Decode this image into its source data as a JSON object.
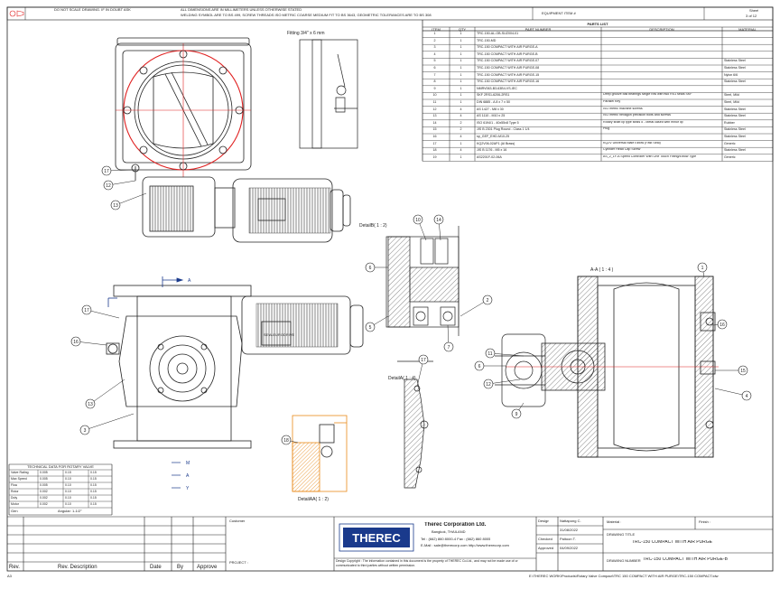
{
  "header": {
    "notes": [
      "DO NOT SCALE DRAWING. IF IN DOUBT ASK",
      "ALL DIMENSIONS ARE IN MILLIMETERS UNLESS OTHERWISE STATED",
      "WELDING SYMBOL ARE TO BS 499, SCREW THREADS ISO METRIC COARSE MEDIUM FIT TO BS 3643, GEOMETRIC TOLERANCES ARE TO BS 308"
    ],
    "equipment_item_label": "EQUIPMENT ITEM #",
    "sheet_label": "Sheet",
    "sheet_value": "3 of 12"
  },
  "parts_list": {
    "title": "PARTS LIST",
    "columns": [
      "ITEM",
      "QTY",
      "PART NUMBER",
      "DESCRIPTION",
      "MATERIAL"
    ],
    "rows": [
      [
        "1",
        "1",
        "TRC-150-AL-OB-SUZ004-01",
        "",
        ""
      ],
      [
        "2",
        "1",
        "TRC-150-MD",
        "",
        ""
      ],
      [
        "3",
        "1",
        "TRC-150 COMPACT WITH AIR PURGE-A",
        "",
        ""
      ],
      [
        "4",
        "1",
        "TRC-150 COMPACT WITH AIR PURGE-B",
        "",
        ""
      ],
      [
        "5",
        "1",
        "TRC-150 COMPACT WITH AIR PURGE-07",
        "",
        "Stainless Steel"
      ],
      [
        "6",
        "1",
        "TRC-150 COMPACT WITH AIR PURGE-08",
        "",
        "Stainless Steel"
      ],
      [
        "7",
        "1",
        "TRC-150 COMPACT WITH AIR PURGE-15",
        "",
        "Nylon 6/6"
      ],
      [
        "8",
        "1",
        "TRC-150 COMPACT WITH AIR PURGE-16",
        "",
        "Stainless Steel"
      ],
      [
        "9",
        "1",
        "NMRV063-B3-63B4-VS-IEC",
        "",
        ""
      ],
      [
        "10",
        "1",
        "SKF 2RS1-6206-2RS1",
        "Deep groove ball bearings single row with two RS1 seals SKF",
        "Steel, Mild"
      ],
      [
        "11",
        "1",
        "DIN 6885 - A 8 x 7 x 50",
        "Parallel Key",
        "Steel, Mild"
      ],
      [
        "12",
        "4",
        "AS 1427 - M8 x 30",
        "ISO metric machine screws",
        "Stainless Steel"
      ],
      [
        "13",
        "4",
        "AS 1110 - M10 x 25",
        "ISO metric hexagon precision bolts and screws",
        "Stainless Steel"
      ],
      [
        "14",
        "2",
        "ISO 6194/1 - 40x55x8 Type 5",
        "Rotary shaft lip type seals 5 - Metal cased with minor lip",
        "Rubber"
      ],
      [
        "15",
        "2",
        "JIS B 2301 Plug Round - Class 1 1/4",
        "Plug",
        "Stainless Steel"
      ],
      [
        "16",
        "4",
        "sp_GEF_EHD-M10-25",
        "",
        "Stainless Steel"
      ],
      [
        "17",
        "1",
        "KQ2V06-02AP1 (Al Brass)",
        "KQ2V Universal Male Elbow (Fast Seal)",
        "Generic"
      ],
      [
        "18",
        "4",
        "JIS B 1176 - M5 x 16",
        "Cylinder Head Cap Screw",
        "Stainless Steel"
      ],
      [
        "19",
        "1",
        "AS2201F-02-06A",
        "AS_2_1F-A Speed Controller With One Touch Fitting/Elbow Type",
        "Generic"
      ]
    ]
  },
  "views": {
    "fitting_label": "Fitting 3/4\" x 6 mm",
    "detail_b": "DetailB( 1 : 2)",
    "detail_a": "DetailA( 1 : 4)",
    "section_aa": "A-A ( 1 : 4 )",
    "detail_aa": "DetailAA( 1 : 2)",
    "motor_plate": "SEW-EURODRIVE",
    "view_a_label": "A",
    "axes": [
      "M",
      "A",
      "Y"
    ],
    "balloons_left": [
      "17",
      "12",
      "13",
      "17",
      "16",
      "13",
      "3"
    ],
    "balloons_right": [
      "10",
      "14",
      "6",
      "5",
      "7",
      "2",
      "1",
      "16",
      "11",
      "6",
      "12",
      "9",
      "15",
      "4",
      "17",
      "18"
    ]
  },
  "tech_table": {
    "title": "TECHNICAL DATA FOR ROTARY VALVE",
    "rows": [
      [
        "Valve Rating",
        "0.005",
        "0.15",
        "0.15"
      ],
      [
        "Max Speed",
        "0.005",
        "0.10",
        "0.15"
      ],
      [
        "Flow",
        "0.005",
        "0.10",
        "0.15"
      ],
      [
        "Rotor",
        "0.002",
        "0.10",
        "0.15"
      ],
      [
        "Duty",
        "0.002",
        "0.10",
        "0.15"
      ],
      [
        "Motor",
        "0.002",
        "0.10",
        "0.15"
      ]
    ],
    "footer_left": "Gen",
    "footer_right": "Angular: 1-1/2°"
  },
  "title_block": {
    "customer_label": "Customer",
    "project_label": "PROJECT :",
    "company_logo": "THEREC",
    "company_name": "Therec Corporation Ltd.",
    "company_city": "Bangkok, THAILAND",
    "company_phone": "Tel : (662) 860 8000-4     Fax : (662) 860 8005",
    "company_email": "E-Mail : sale@therecorp.com  http://www.therecorp.com",
    "copyright": "Design Copyright : The information contained in this document is the property of THEREC Co.Ltd., and may not be made use of or communicated to third parties without written permission.",
    "design_label": "Design",
    "design_value": "Nattapong C.",
    "date1": "31/08/2022",
    "checked_label": "Checked",
    "checked_value": "Paitoon T.",
    "approved_label": "Approved",
    "date2": "04/09/2022",
    "material_label": "Material :",
    "finish_label": "Finish :",
    "drawing_title_label": "DRAWING TITLE",
    "drawing_title_value": "TRC-150 COMPACT WITH AIR PURGE",
    "drawing_number_label": "DRAWING NUMBER",
    "drawing_number_value": "TRC-150 COMPACT WITH AIR PURGE-B",
    "rev_header": [
      "Rev.",
      "Rev. Description",
      "Date",
      "By",
      "Approve"
    ],
    "size": "A3",
    "file_path": "E:\\THEREC WORK\\Products\\Rotary Valve Compact\\TRC 150 COMPACT WITH AIR PURGE\\TRC-150 COMPACT.idw"
  },
  "colors": {
    "line": "#222222",
    "orange": "#e8891a",
    "red": "#e02020",
    "blue": "#1a3a8c",
    "hatch": "#555555"
  }
}
